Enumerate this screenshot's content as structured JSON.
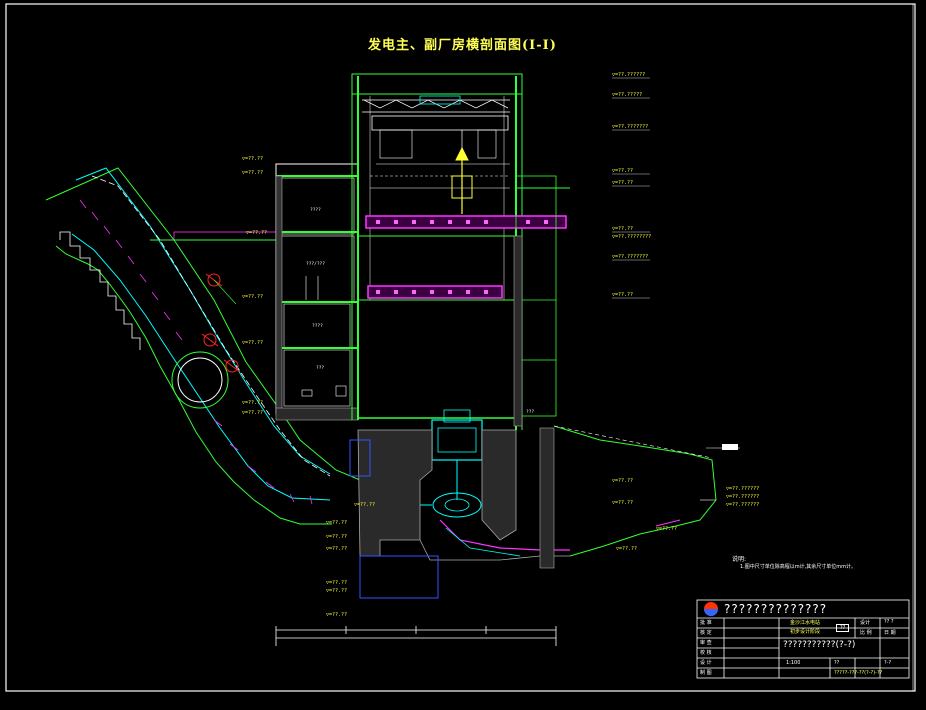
{
  "title": "发电主、副厂房横剖面图(Ⅰ-Ⅰ)",
  "levels": {
    "r1": "▽=??.??????",
    "r2": "▽=??.?????",
    "r3": "▽=??.???????",
    "r4": "▽=??.??",
    "r5": "▽=??.??",
    "r6": "▽=??.??",
    "r7": "▽=??.????????",
    "r8": "▽=??.???????",
    "r9": "▽=??.??",
    "r10": "▽=??.??????",
    "r11": "▽=??.??????",
    "r12": "▽=??.??????",
    "r13": "▽=??.??",
    "r14": "▽=??.??",
    "l1": "▽=??.??",
    "l2": "▽=??.??",
    "l3": "▽=??.??",
    "l4": "▽=??.??",
    "l5": "▽=??.??",
    "l6": "▽=??.??",
    "l7": "▽=??.??",
    "l8": "▽=??.??",
    "l9": "▽=??.??",
    "l10": "▽=??.??",
    "l11": "▽=??.??",
    "l12": "▽=??.??",
    "l13": "▽=??.??",
    "l14": "▽=??.??",
    "b1": "▽=??.??",
    "b2": "▽=??.??"
  },
  "rooms": {
    "room1": "????",
    "room2": "???/???",
    "room3": "????",
    "room4": "???",
    "room5": "???"
  },
  "notes": {
    "heading": "说明:",
    "line1": "1.图中尺寸单位除高程以m计,其余尺寸单位mm计。"
  },
  "title_block": {
    "company": "??????????????",
    "drawing_name": "???????????(?-?)",
    "project": "金沙江水电站",
    "stage": "初步设计阶段",
    "tag": "??",
    "drawing_no": "?????-???-??(?-?)-??",
    "left_rows": [
      "批 准",
      "核 定",
      "审 查",
      "校 核",
      "设 计",
      "制 图"
    ],
    "right_cells": [
      "设计",
      "?? ?",
      "比 例",
      "日 期",
      "1:100",
      "??",
      "?-?"
    ]
  },
  "colors": {
    "line_green": "#33ff33",
    "cyan": "#00ffff",
    "magenta": "#ff00ff",
    "yellow": "#ffff33",
    "red": "#ff2222",
    "blue": "#3355ff",
    "white": "#ffffff",
    "grey": "#aaaaaa"
  }
}
